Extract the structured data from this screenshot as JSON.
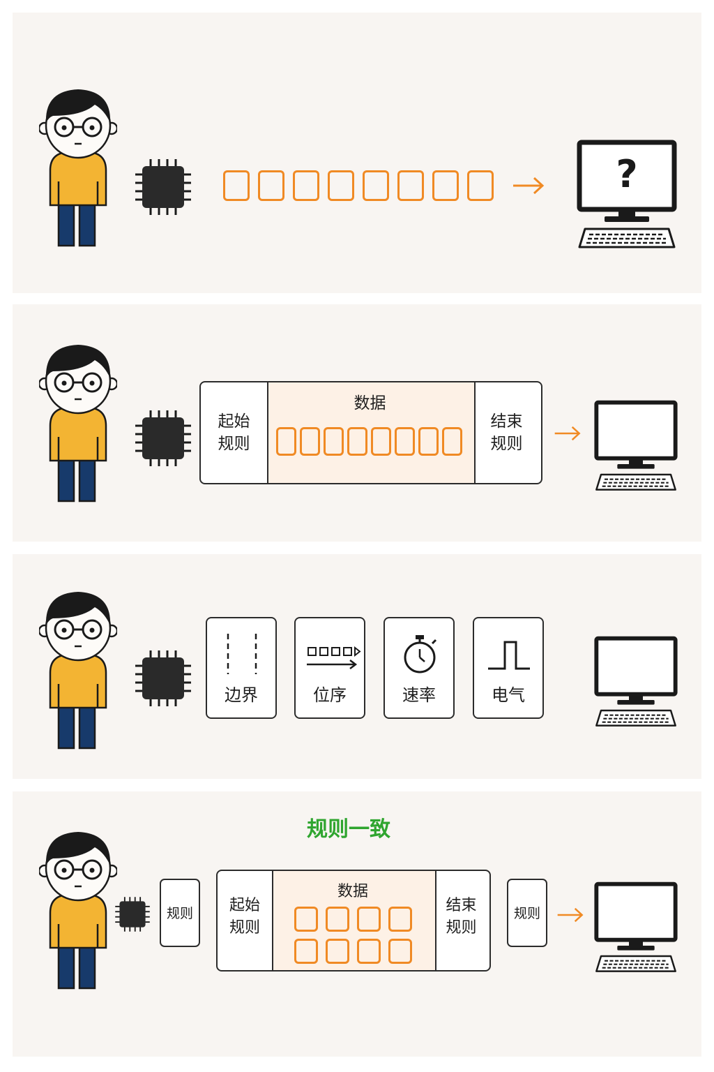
{
  "colors": {
    "accent": "#f08a24",
    "ink": "#1e1e1e",
    "agree": "#2fa52f",
    "panel": "#f8f5f2",
    "data_fill": "#fdf1e6"
  },
  "icons": [
    "person-icon",
    "chip-icon",
    "computer-icon",
    "question-mark-icon",
    "arrow-right-icon",
    "boundary-lines-icon",
    "sequence-arrow-icon",
    "stopwatch-icon",
    "pulse-wave-icon"
  ],
  "panel1": {
    "question": "?",
    "data_cells": 8
  },
  "panel2": {
    "start_rule": "起始\n规则",
    "data_label": "数据",
    "end_rule": "结束\n规则",
    "data_cells": 8
  },
  "panel3": {
    "cards": [
      {
        "label": "边界",
        "icon": "boundary-lines-icon"
      },
      {
        "label": "位序",
        "icon": "sequence-arrow-icon"
      },
      {
        "label": "速率",
        "icon": "stopwatch-icon"
      },
      {
        "label": "电气",
        "icon": "pulse-wave-icon"
      }
    ]
  },
  "panel4": {
    "title": "规则一致",
    "left_rule": "规则",
    "start_rule": "起始\n规则",
    "data_label": "数据",
    "end_rule": "结束\n规则",
    "right_rule": "规则",
    "data_cells": 8
  }
}
